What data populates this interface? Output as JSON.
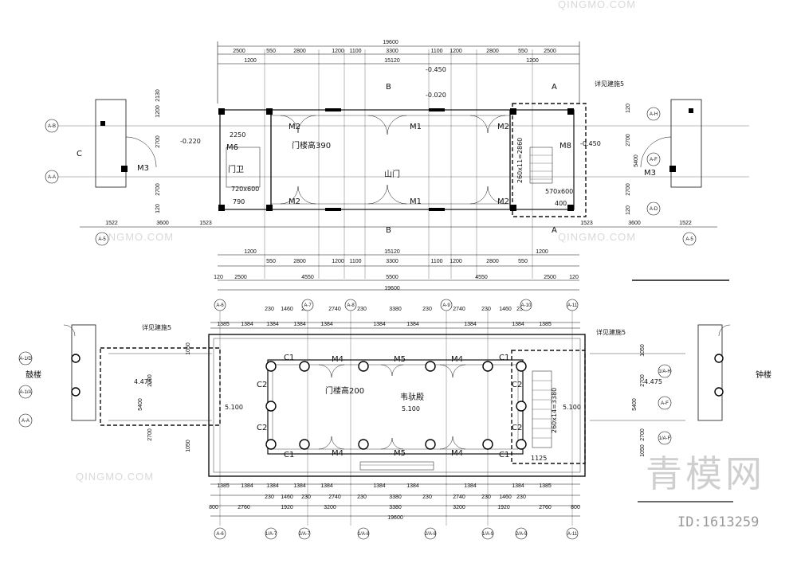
{
  "watermark": {
    "text": "QINGMO.COM",
    "brand": "青模网",
    "id_label": "ID:1613259"
  },
  "plan_top": {
    "overall_width": "19600",
    "top_dims_row1": [
      "2500",
      "550",
      "2800",
      "1200",
      "1100",
      "3300",
      "1100",
      "1200",
      "2800",
      "550",
      "2500"
    ],
    "top_dims_row2": [
      "1200",
      "15120",
      "1200"
    ],
    "bottom_dims_row1": [
      "1200",
      "15120",
      "1200"
    ],
    "bottom_dims_row2": [
      "550",
      "2800",
      "1200",
      "1100",
      "3300",
      "1100",
      "1200",
      "2800",
      "550"
    ],
    "bottom_dims_row3": [
      "120",
      "2500",
      "4550",
      "5500",
      "4550",
      "2500",
      "120"
    ],
    "bottom_total": "19600",
    "left_outer_dims": [
      "1522",
      "3600",
      "1523"
    ],
    "right_outer_dims": [
      "1523",
      "3600",
      "1522"
    ],
    "left_vert_dims": [
      "2130",
      "1200",
      "2700",
      "2700",
      "120"
    ],
    "right_vert_dims": [
      "120",
      "2700",
      "5400",
      "2700",
      "120"
    ],
    "labels": {
      "door_m2_top": "M2",
      "door_m1_top": "M1",
      "door_m2_top_r": "M2",
      "door_m2_bot": "M2",
      "door_m1_bot": "M1",
      "door_m2_bot_r": "M2",
      "m3_left": "M3",
      "m3_right": "M3",
      "m6": "M6",
      "m8": "M8",
      "guard_room": "门卫",
      "mountain_gate": "山门",
      "door_head": "门楼高390",
      "window_left": "720x600",
      "window_right": "570x600",
      "stair": "260x11=2860",
      "elev_top": "-0.450",
      "elev_mid": "-0.020",
      "elev_left": "-0.220",
      "elev_right": "-0.450",
      "dim_2250": "2250",
      "dim_790": "790",
      "dim_400": "400",
      "section_b_top": "B",
      "section_b_bot": "B",
      "section_a_top": "A",
      "section_a_bot": "A",
      "section_c": "C",
      "detail_ref": "详见建施5"
    },
    "axis_left": [
      "A-B",
      "A-A",
      "A-5"
    ],
    "axis_right": [
      "A-H",
      "A-F",
      "A-D",
      "A-5"
    ]
  },
  "plan_bottom": {
    "axis_top": [
      "A-6",
      "A-7",
      "A-8",
      "A-9",
      "A-10",
      "A-11"
    ],
    "axis_bottom": [
      "A-6",
      "1/A-7",
      "2/A-7",
      "1/A-8",
      "2/A-8",
      "1/A-9",
      "2/A-9",
      "A-11"
    ],
    "top_dims_row1": [
      "1385",
      "1384",
      "1384",
      "1384",
      "1384",
      "1384",
      "1384",
      "1384",
      "1384",
      "1385"
    ],
    "top_dims_row2": [
      "230",
      "1460",
      "230",
      "2740",
      "230",
      "3380",
      "230",
      "2740",
      "230",
      "1460",
      "230"
    ],
    "bottom_dims_row1": [
      "1385",
      "1384",
      "1384",
      "1384",
      "1384",
      "1384",
      "1384",
      "1384",
      "1384",
      "1385"
    ],
    "bottom_dims_row2": [
      "230",
      "1460",
      "230",
      "2740",
      "230",
      "3380",
      "230",
      "2740",
      "230",
      "1460",
      "230"
    ],
    "bottom_dims_row3": [
      "800",
      "2760",
      "1920",
      "3200",
      "3380",
      "3200",
      "1920",
      "2760",
      "800"
    ],
    "bottom_total": "19600",
    "labels": {
      "c1_tl": "C1",
      "c1_tr": "C1",
      "c1_bl": "C1",
      "c1_br": "C1",
      "c2_l1": "C2",
      "c2_l2": "C2",
      "c2_r1": "C2",
      "c2_r2": "C2",
      "m4_t1": "M4",
      "m5_t": "M5",
      "m4_t2": "M4",
      "m4_b1": "M4",
      "m5_b": "M5",
      "m4_b2": "M4",
      "door_head": "门楼高200",
      "hall": "韦驮殿",
      "drum_tower": "鼓楼",
      "bell_tower": "钟楼",
      "elev_left": "4.475",
      "elev_right": "4.475",
      "elev_hall": "5.100",
      "elev_l5": "5.100",
      "elev_r5": "5.100",
      "stair": "260x14=3380",
      "dim_1125": "1125",
      "detail_ref_l": "详见建施5",
      "detail_ref_r": "详见建施5"
    },
    "axis_left": [
      "A-1/D",
      "A-1/A",
      "A-A"
    ],
    "axis_right": [
      "1/A-H",
      "A-F",
      "1/A-F"
    ],
    "left_vert_dims": [
      "1050",
      "2700",
      "5400",
      "2700",
      "1050"
    ],
    "right_vert_dims": [
      "1050",
      "2700",
      "5400",
      "2700",
      "1050"
    ]
  },
  "colors": {
    "ink": "#111111",
    "wall": "#000000",
    "watermark": "#d9d9d9"
  }
}
